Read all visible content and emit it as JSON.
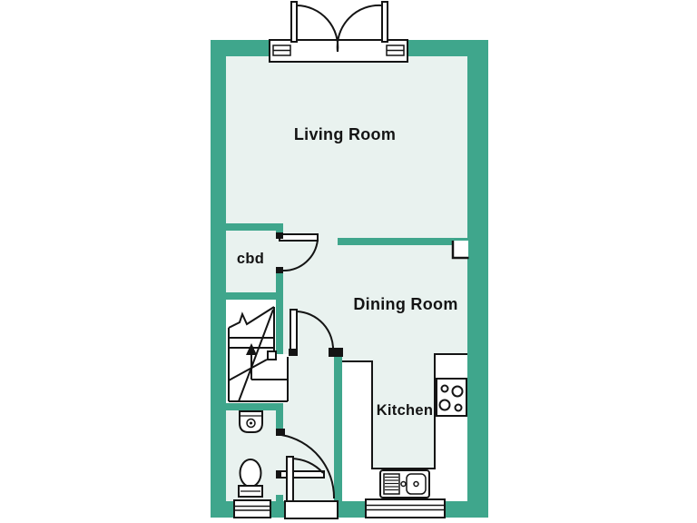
{
  "colors": {
    "wall": "#3FA68C",
    "floor": "#E9F2EF",
    "line": "#141414",
    "background": "#FFFFFF"
  },
  "rooms": [
    {
      "id": "living-room",
      "label": "Living Room"
    },
    {
      "id": "cupboard",
      "label": "cbd"
    },
    {
      "id": "dining-room",
      "label": "Dining Room"
    },
    {
      "id": "kitchen",
      "label": "Kitchen"
    }
  ],
  "fixtures": [
    "french-doors",
    "stairs-up",
    "cupboard-door",
    "hall-door",
    "wc-door",
    "entrance-door",
    "toilet",
    "basin",
    "kitchen-sink",
    "hob",
    "worktop",
    "radiator",
    "wc-window",
    "kitchen-window"
  ]
}
